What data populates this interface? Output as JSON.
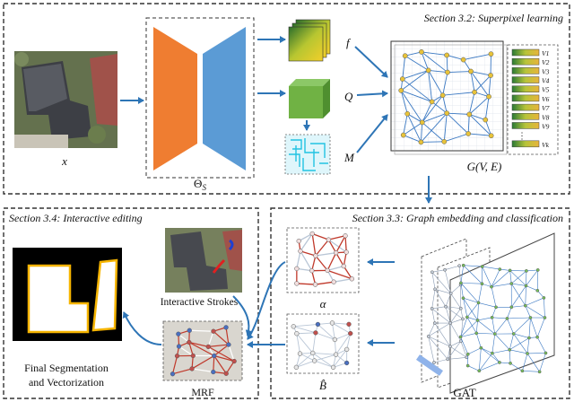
{
  "sections": {
    "superpixel": "Section 3.2: Superpixel learning",
    "editing": "Section 3.4: Interactive editing",
    "embedding": "Section 3.3: Graph embedding and classification"
  },
  "labels": {
    "input": "x",
    "encoder": "Θ_S",
    "encoder_main": "Θ",
    "encoder_sub": "S",
    "feature_f": "f",
    "feature_q": "Q",
    "feature_m": "M",
    "graph": "G(V, E)",
    "interactive_strokes": "Interactive Strokes",
    "alpha": "α",
    "beta": "B̂",
    "mrf": "MRF",
    "gat": "GAT",
    "final_line1": "Final Segmentation",
    "final_line2": "and Vectorization"
  },
  "vertices": [
    "V1",
    "V2",
    "V3",
    "V4",
    "V5",
    "V6",
    "V7",
    "V8",
    "V9",
    "⋮",
    "Vk"
  ],
  "colors": {
    "encoder_left": "#ef7d31",
    "encoder_right": "#5b9bd5",
    "q_cube": "#70b244",
    "arrow": "#2e75b6",
    "graph_edge": "#3a78c2",
    "node": "#e8c33a",
    "alpha_edge": "#c0392b",
    "mask_outline": "#f5b400"
  }
}
